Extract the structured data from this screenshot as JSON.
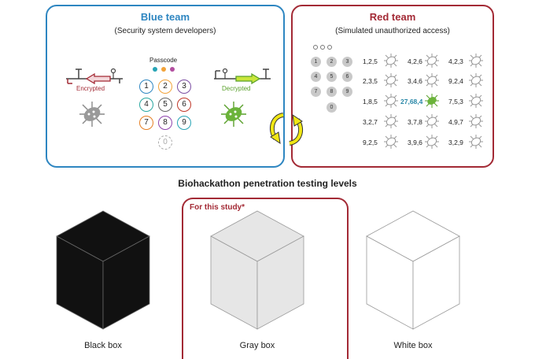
{
  "blue_team": {
    "title": "Blue team",
    "subtitle": "(Security system developers)",
    "passcode_label": "Passcode",
    "encrypted_label": "Encrypted",
    "decrypted_label": "Decrypted",
    "keypad": [
      "1",
      "2",
      "3",
      "4",
      "5",
      "6",
      "7",
      "8",
      "9",
      "0"
    ],
    "passcode_colors": [
      "#27a4b5",
      "#f2a33a",
      "#b24ea0"
    ],
    "key_colors": [
      "#2e86c1",
      "#f2a33a",
      "#7b4ea3",
      "#2aa7a1",
      "#666666",
      "#c0392b",
      "#e67e22",
      "#8e44ad",
      "#27a4b5",
      "#aaaaaa"
    ]
  },
  "red_team": {
    "title": "Red team",
    "subtitle": "(Simulated unauthorized access)",
    "keypad": [
      "1",
      "2",
      "3",
      "4",
      "5",
      "6",
      "7",
      "8",
      "9",
      "0"
    ],
    "combos": [
      [
        "1,2,5",
        "4,2,6",
        "4,2,3"
      ],
      [
        "2,3,5",
        "3,4,6",
        "9,2,4"
      ],
      [
        "1,8,5",
        "27,68,4",
        "7,5,3"
      ],
      [
        "3,2,7",
        "3,7,8",
        "4,9,7"
      ],
      [
        "9,2,5",
        "3,9,6",
        "3,2,9"
      ]
    ],
    "success_combo": "27,68,4"
  },
  "section_title": "Biohackathon penetration testing levels",
  "study_label": "For this study*",
  "cubes": [
    {
      "label": "Black box",
      "color": "#111111"
    },
    {
      "label": "Gray box",
      "color": "#e6e6e6"
    },
    {
      "label": "White box",
      "color": "#ffffff"
    }
  ],
  "colors": {
    "blue": "#2e86c1",
    "red": "#a32a35",
    "green": "#5aa02c",
    "yellow": "#f0e614",
    "teal": "#2a88a8"
  }
}
